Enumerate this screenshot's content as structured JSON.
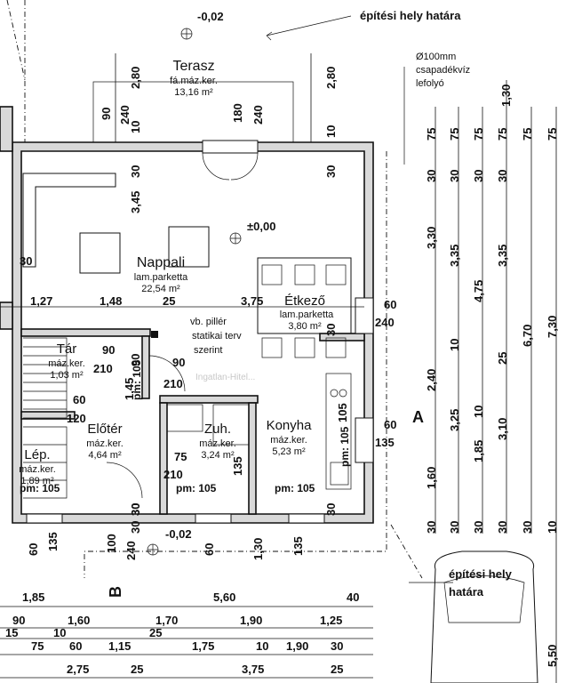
{
  "rooms": {
    "terrace": {
      "name": "Terasz",
      "floor": "fá.máz.ker.",
      "area": "13,16 m²"
    },
    "living": {
      "name": "Nappali",
      "floor": "lam.parketta",
      "area": "22,54 m²"
    },
    "dining": {
      "name": "Étkező",
      "floor": "lam.parketta",
      "area": "3,80 m²"
    },
    "pantry": {
      "name": "Tár",
      "floor": "máz.ker.",
      "area": "1,03 m²"
    },
    "hall": {
      "name": "Előtér",
      "floor": "máz.ker.",
      "area": "4,64 m²"
    },
    "bath": {
      "name": "Zuh.",
      "floor": "máz.ker.",
      "area": "3,24 m²"
    },
    "kitchen": {
      "name": "Konyha",
      "floor": "máz.ker.",
      "area": "5,23 m²"
    },
    "stairs": {
      "name": "Lép.",
      "floor": "máz.ker.",
      "area": "1,89 m²"
    }
  },
  "labels": {
    "boundary_top": "építési hely határa",
    "boundary_right_1": "építési hely",
    "boundary_right_2": "határa",
    "drain_1": "Ø100mm",
    "drain_2": "csapadékvíz",
    "drain_3": "lefolyó",
    "pillar_1": "vb. pillér",
    "pillar_2": "statikai terv",
    "pillar_3": "szerint",
    "level_top": "-0,02",
    "level_main": "±0,00",
    "level_bottom": "-0,02",
    "section_a": "A",
    "section_b": "B",
    "pm_1": "pm: 105",
    "pm_2": "pm: 105",
    "pm_3": "pm: 105",
    "pm_4": "pm: 105",
    "pm_5": "pm: 105",
    "watermark": "Ingatlan-Hitel..."
  },
  "dimensions": {
    "top": [
      "2,80",
      "2,80",
      "90",
      "240",
      "10",
      "180",
      "240",
      "10",
      "1,30"
    ],
    "right_col_1": [
      "75",
      "30",
      "3,30",
      "2,40",
      "1,60",
      "30"
    ],
    "right_col_2": [
      "75",
      "30",
      "3,35",
      "10",
      "3,25",
      "30"
    ],
    "right_col_3": [
      "75",
      "30",
      "4,75",
      "10",
      "1,85",
      "30"
    ],
    "right_col_4": [
      "75",
      "30",
      "3,35",
      "25",
      "3,10",
      "30"
    ],
    "right_col_5": [
      "75",
      "6,70",
      "30"
    ],
    "right_col_6": [
      "75",
      "7,30",
      "10",
      "5,50"
    ],
    "left_inner": [
      "3,45",
      "30",
      "30",
      "1,45",
      "90",
      "30"
    ],
    "middle_row": [
      "1,27",
      "1,48",
      "25",
      "3,75",
      "60",
      "240"
    ],
    "door_marks": [
      "90",
      "210",
      "90",
      "210",
      "60",
      "120",
      "75",
      "210",
      "60",
      "135"
    ],
    "bottom_vert": [
      "60",
      "135",
      "100",
      "240",
      "1,30",
      "60",
      "135",
      "30",
      "30",
      "30"
    ],
    "bottom_1": [
      "1,85",
      "5,60",
      "40"
    ],
    "bottom_2": [
      "90",
      "1,60",
      "1,70",
      "1,90",
      "1,25"
    ],
    "bottom_3": [
      "15",
      "10",
      "25"
    ],
    "bottom_4": [
      "75",
      "60",
      "1,15",
      "1,75",
      "10",
      "1,90",
      "30"
    ],
    "bottom_5": [
      "2,75",
      "25",
      "3,75",
      "25"
    ],
    "misc": [
      "30",
      "30",
      "105",
      "135"
    ]
  }
}
